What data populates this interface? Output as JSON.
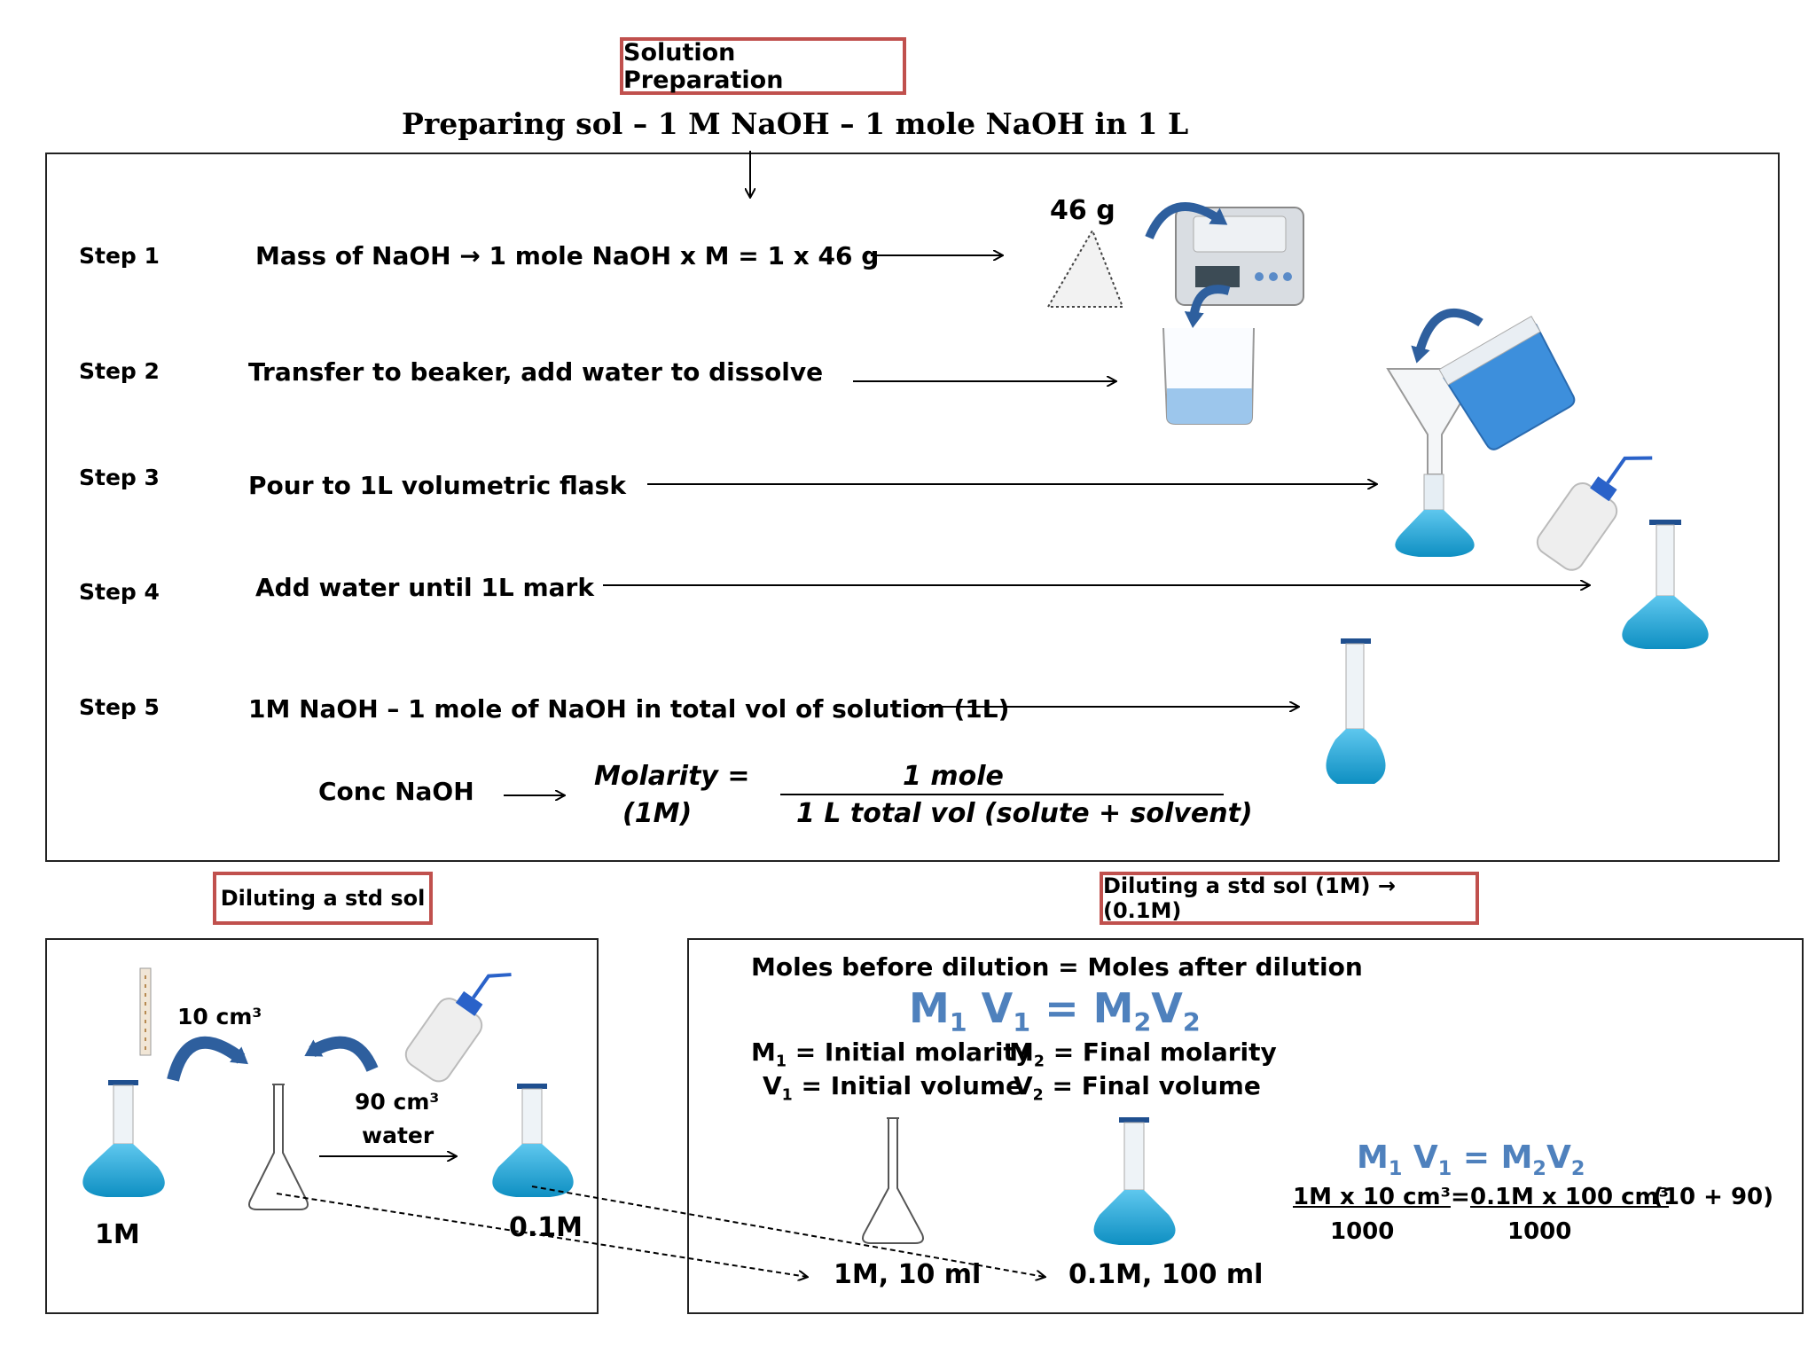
{
  "header": {
    "box_title": "Solution Preparation",
    "subtitle": "Preparing  sol – 1 M NaOH – 1 mole NaOH in 1 L"
  },
  "steps": [
    {
      "label": "Step 1",
      "text": "Mass of NaOH → 1 mole NaOH  x M =  1 x 46 g"
    },
    {
      "label": "Step 2",
      "text": "Transfer to beaker, add water to dissolve"
    },
    {
      "label": "Step 3",
      "text": "Pour  to 1L volumetric flask"
    },
    {
      "label": "Step 4",
      "text": "Add water until 1L mark"
    },
    {
      "label": "Step 5",
      "text": "1M NaOH – 1 mole of NaOH in  total vol of solution (1L)"
    }
  ],
  "mass_label": "46 g",
  "conc": {
    "label": "Conc NaOH",
    "molarity": "Molarity  =",
    "molarity_unit": "(1M)",
    "numerator": "1 mole",
    "denominator": "1 L total vol (solute + solvent)"
  },
  "dilution_left": {
    "box_title": "Diluting a std sol",
    "pipette_volume": "10 cm³",
    "water_volume": "90 cm³",
    "water_label": "water",
    "label_1m": "1M",
    "label_01m": "0.1M"
  },
  "dilution_right": {
    "box_title": "Diluting a std sol (1M) → (0.1M)",
    "statement": "Moles before dilution = Moles after dilution",
    "formula": {
      "m1": "M",
      "s1": "1",
      "v1": "V",
      "s2": "1",
      "eq": "=",
      "m2": "M",
      "s3": "2",
      "v2": "V",
      "s4": "2"
    },
    "def_m1": "= Initial molarity",
    "def_m2": "= Final molarity",
    "def_v1": "= Initial volume",
    "def_v2": "= Final volume",
    "flask_label_1": "1M, 10 ml",
    "flask_label_2": "0.1M, 100 ml",
    "calc_left_num": "1M x 10 cm³",
    "calc_right_num": "0.1M x 100 cm³",
    "calc_note": "(10 + 90)",
    "calc_den_1": "1000",
    "calc_den_2": "1000"
  },
  "colors": {
    "box_border": "#c0504d",
    "formula_blue": "#4f81bd",
    "liquid": "#1ea7d8",
    "arrow_blue": "#2e5f9e"
  }
}
